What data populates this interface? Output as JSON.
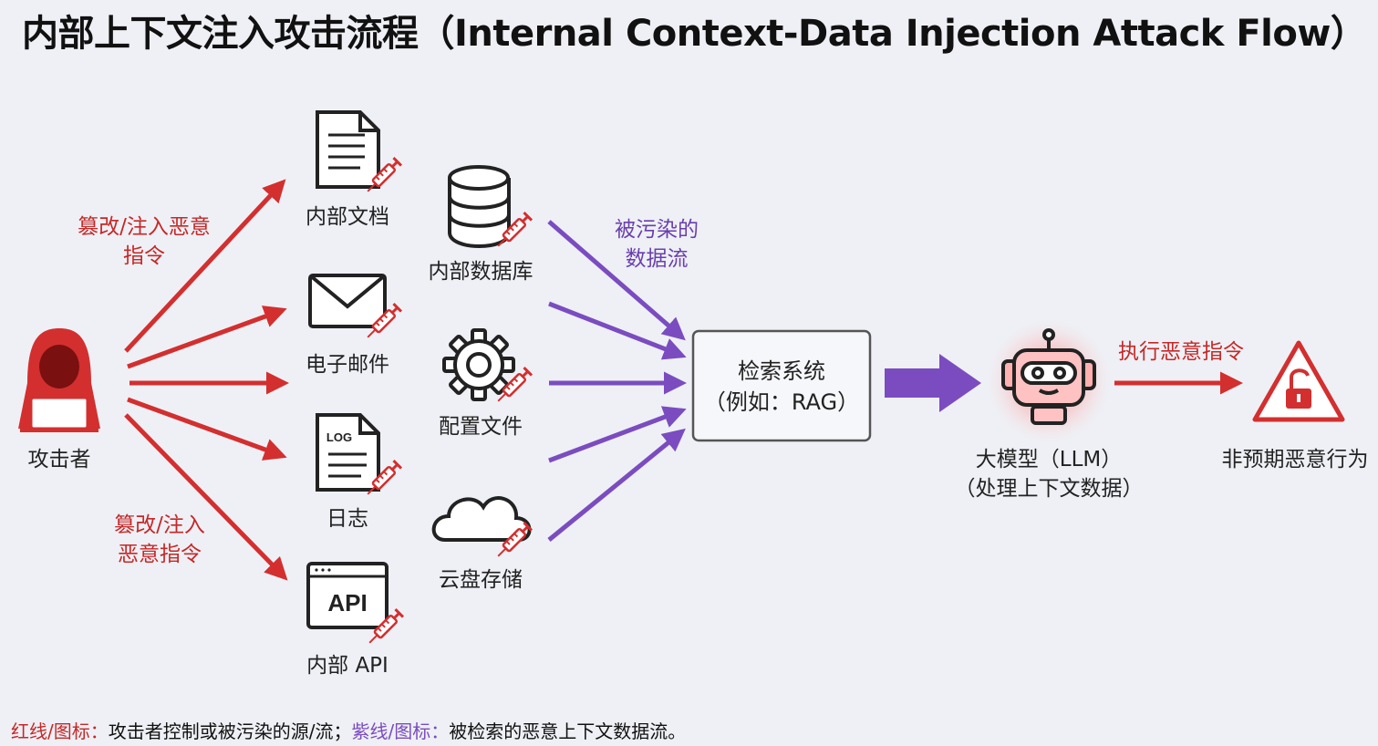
{
  "title": "内部上下文注入攻击流程（Internal Context-Data Injection Attack Flow）",
  "attacker": {
    "label": "攻击者"
  },
  "red_edge_labels": {
    "top": [
      "篡改/注入恶意",
      "指令"
    ],
    "bottom": [
      "篡改/注入",
      "恶意指令"
    ]
  },
  "sources_left": [
    {
      "label": "内部文档",
      "icon": "document-icon"
    },
    {
      "label": "电子邮件",
      "icon": "envelope-icon"
    },
    {
      "label": "日志",
      "icon": "log-file-icon",
      "icon_text": "LOG"
    },
    {
      "label": "内部 API",
      "icon": "api-window-icon",
      "icon_text": "API"
    }
  ],
  "sources_right": [
    {
      "label": "内部数据库",
      "icon": "database-icon"
    },
    {
      "label": "配置文件",
      "icon": "gear-icon"
    },
    {
      "label": "云盘存储",
      "icon": "cloud-icon"
    }
  ],
  "purple_edge_label": [
    "被污染的",
    "数据流"
  ],
  "retrieval": {
    "line1": "检索系统",
    "line2": "（例如：RAG）"
  },
  "llm": {
    "line1": "大模型（LLM）",
    "line2": "（处理上下文数据）"
  },
  "execute_label": "执行恶意指令",
  "outcome": {
    "label": "非预期恶意行为"
  },
  "legend": {
    "red": "红线/图标：",
    "red_desc": "攻击者控制或被污染的源/流；",
    "purple": "紫线/图标：",
    "purple_desc": "被检索的恶意上下文数据流。"
  },
  "colors": {
    "red": "#d32f2f",
    "purple": "#7b4cc0",
    "dark": "#222222"
  }
}
